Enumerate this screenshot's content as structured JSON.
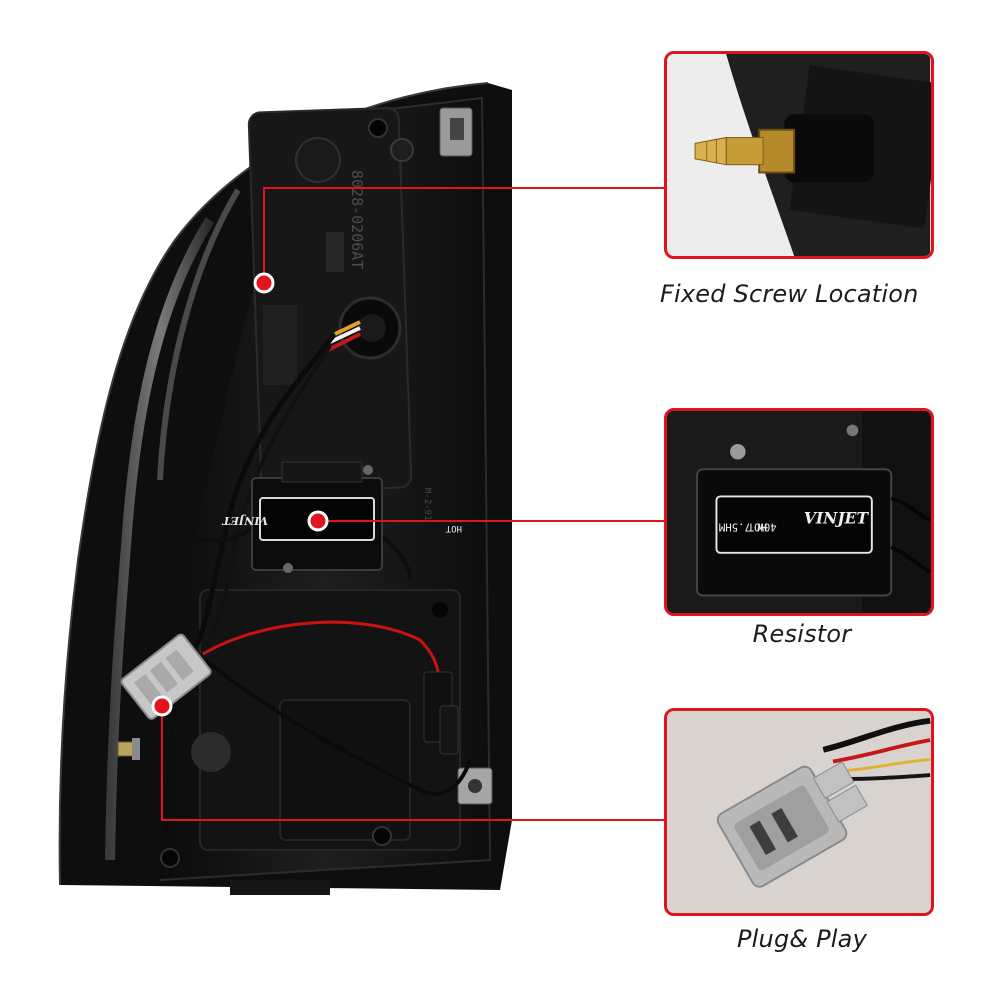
{
  "colors": {
    "callout_red": "#e0141e",
    "lamp_body": "#151515",
    "caption_text": "#1c1c1c"
  },
  "lamp": {
    "housing_code": "8028-0206AT",
    "stamp_code": "M-2-91"
  },
  "resistor": {
    "brand": "VINJET",
    "rating_line1": "40W 7.5HM",
    "rating_line2": "HOT",
    "rating_line1_mirrored": "40W 7.5HM",
    "rating_line2_mirrored": "HOT"
  },
  "callouts": [
    {
      "id": "screw",
      "caption": "Fixed Screw Location",
      "icon": "screw-icon"
    },
    {
      "id": "resistor",
      "caption": "Resistor",
      "icon": "resistor-icon"
    },
    {
      "id": "plug",
      "caption": "Plug& Play",
      "icon": "plug-connector-icon"
    }
  ]
}
